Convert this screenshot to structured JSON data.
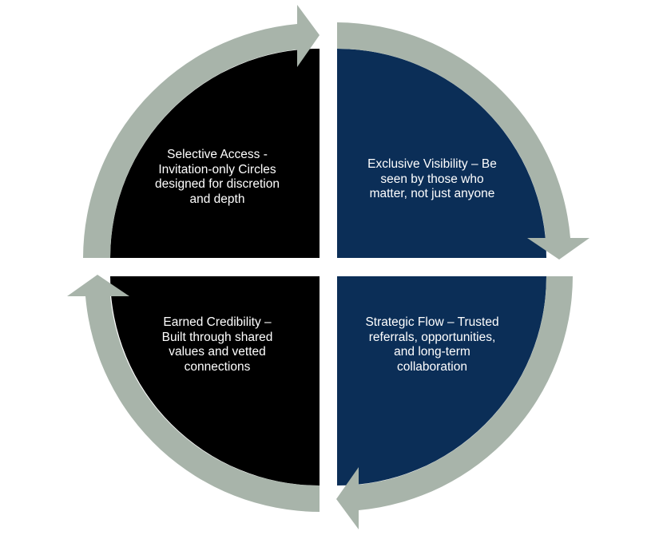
{
  "diagram": {
    "colors": {
      "arrow": "#a8b4aa",
      "dark_quadrant": "#000000",
      "navy_quadrant": "#0b2e57",
      "text": "#ffffff",
      "background": "#ffffff"
    },
    "quadrants": [
      {
        "position": "top-left",
        "fill": "dark",
        "lines": [
          "Selective Access -",
          "Invitation-only Circles",
          "designed for discretion",
          "and depth"
        ]
      },
      {
        "position": "top-right",
        "fill": "navy",
        "lines": [
          "Exclusive Visibility – Be",
          "seen by those who",
          "matter, not just anyone"
        ]
      },
      {
        "position": "bottom-right",
        "fill": "navy",
        "lines": [
          "Strategic Flow – Trusted",
          "referrals, opportunities,",
          "and long-term",
          "collaboration"
        ]
      },
      {
        "position": "bottom-left",
        "fill": "dark",
        "lines": [
          "Earned Credibility –",
          "Built through shared",
          "values and vetted",
          "connections"
        ]
      }
    ],
    "arrows": [
      "clockwise-arrow-top",
      "clockwise-arrow-right",
      "clockwise-arrow-bottom",
      "clockwise-arrow-left"
    ]
  }
}
